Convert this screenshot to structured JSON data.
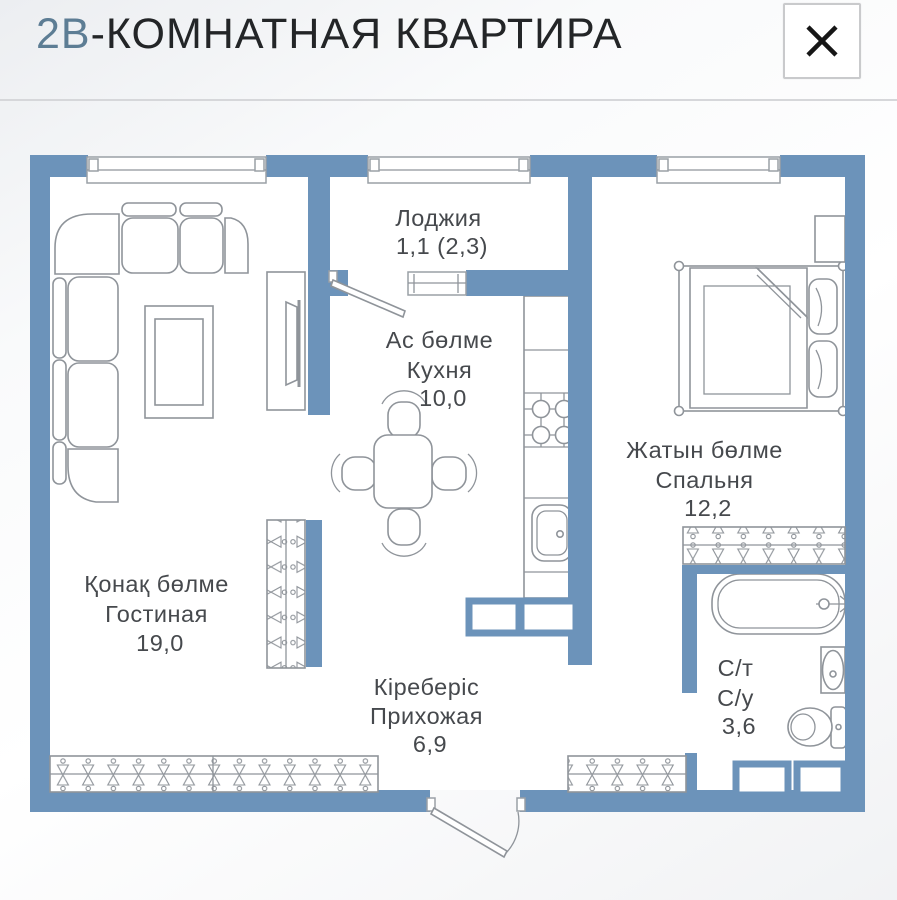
{
  "header": {
    "title_prefix": "2В",
    "title_suffix": "-КОМНАТНАЯ КВАРТИРА"
  },
  "colors": {
    "wall": "#6c93ba",
    "title_accent": "#5d7d94",
    "furniture_outline": "#8f949a",
    "label_text": "#46494d"
  },
  "rooms": {
    "loggia": {
      "line1": "Лоджия",
      "line2": "1,1 (2,3)"
    },
    "kitchen": {
      "line1": "Ас бөлме",
      "line2": "Кухня",
      "line3": "10,0"
    },
    "bedroom": {
      "line1": "Жатын бөлме",
      "line2": "Спальня",
      "line3": "12,2"
    },
    "living": {
      "line1": "Қонақ бөлме",
      "line2": "Гостиная",
      "line3": "19,0"
    },
    "hallway": {
      "line1": "Кіреберіс",
      "line2": "Прихожая",
      "line3": "6,9"
    },
    "bathroom": {
      "line1": "С/т",
      "line2": "С/у",
      "line3": "3,6"
    }
  }
}
